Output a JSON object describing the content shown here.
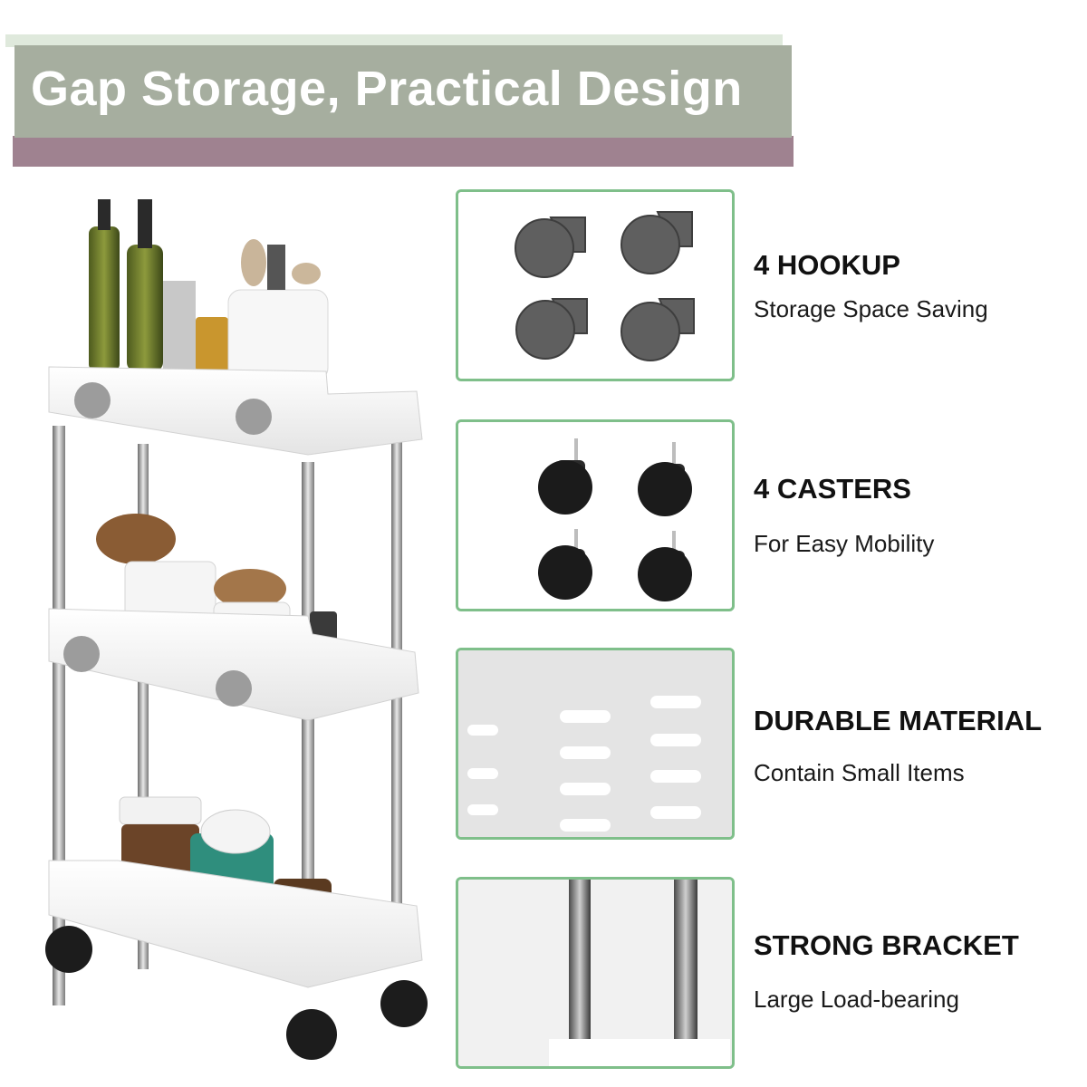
{
  "banner": {
    "title": "Gap Storage, Practical Design"
  },
  "features": [
    {
      "title": "4 HOOKUP",
      "subtitle": "Storage Space Saving",
      "icon": "hook-icon"
    },
    {
      "title": "4 CASTERS",
      "subtitle": "For Easy Mobility",
      "icon": "caster-wheel-icon"
    },
    {
      "title": "DURABLE MATERIAL",
      "subtitle": "Contain Small Items",
      "icon": "perforated-panel-icon"
    },
    {
      "title": "STRONG BRACKET",
      "subtitle": "Large Load-bearing",
      "icon": "steel-pole-icon"
    }
  ],
  "colors": {
    "banner_bg": "#a6ae9f",
    "banner_shadow": "#9f8290",
    "card_border": "#7fbf8a",
    "title_text": "#ffffff"
  }
}
